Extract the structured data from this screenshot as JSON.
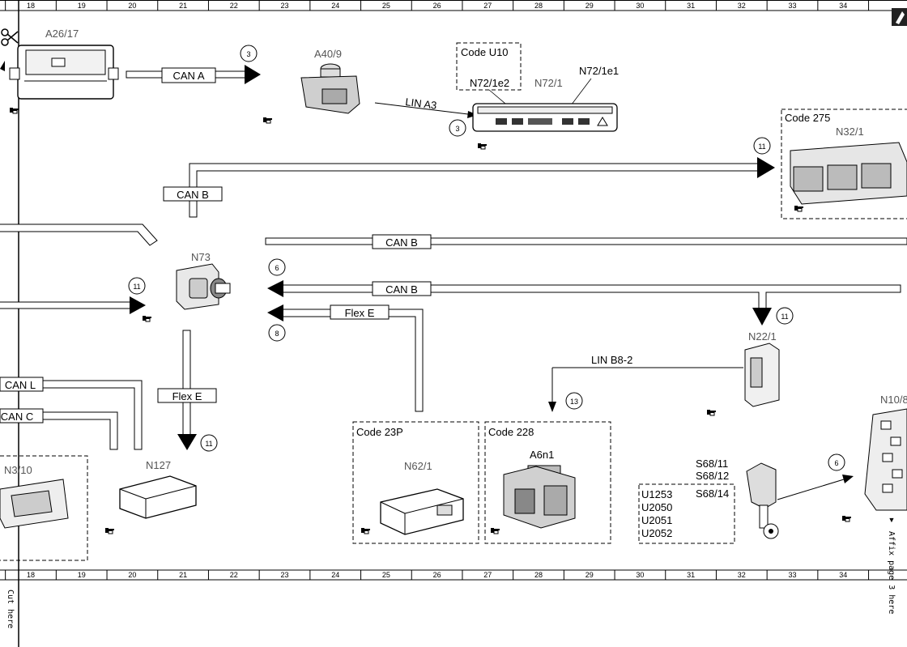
{
  "ruler": [
    "18",
    "19",
    "20",
    "21",
    "22",
    "23",
    "24",
    "25",
    "26",
    "27",
    "28",
    "29",
    "30",
    "31",
    "32",
    "33",
    "34"
  ],
  "components": {
    "a26_17": "A26/17",
    "a40_9": "A40/9",
    "n72_1": "N72/1",
    "n72_1e2": "N72/1e2",
    "n72_1e1": "N72/1e1",
    "n32_1": "N32/1",
    "n73": "N73",
    "n22_1": "N22/1",
    "n10_8": "N10/8",
    "n3_10": "N3/10",
    "n127": "N127",
    "n62_1": "N62/1",
    "a6n1": "A6n1",
    "s68_11": "S68/11",
    "s68_12": "S68/12",
    "s68_14": "S68/14"
  },
  "codes": {
    "u10": "Code U10",
    "c275": "Code 275",
    "c23p": "Code 23P",
    "c228": "Code 228",
    "u_list": [
      "U1253",
      "U2050",
      "U2051",
      "U2052"
    ]
  },
  "buses": {
    "can_a": "CAN A",
    "can_b_1": "CAN B",
    "can_b_2": "CAN B",
    "can_b_3": "CAN B",
    "flex_e_1": "Flex E",
    "flex_e_2": "Flex E",
    "can_l": "CAN L",
    "can_c": "CAN C",
    "lin_a3": "LIN A3",
    "lin_b8_2": "LIN B8-2"
  },
  "refs": {
    "r1": "3",
    "r2": "3",
    "r3": "11",
    "r4": "6",
    "r5": "11",
    "r6": "8",
    "r7": "11",
    "r8": "13",
    "r9": "11",
    "r10": "6"
  },
  "margin": {
    "affix": "Affix page 3 here",
    "cut": "Cut here"
  },
  "icons": {
    "hand": "pointing-hand-icon",
    "scissors": "scissors-icon"
  }
}
